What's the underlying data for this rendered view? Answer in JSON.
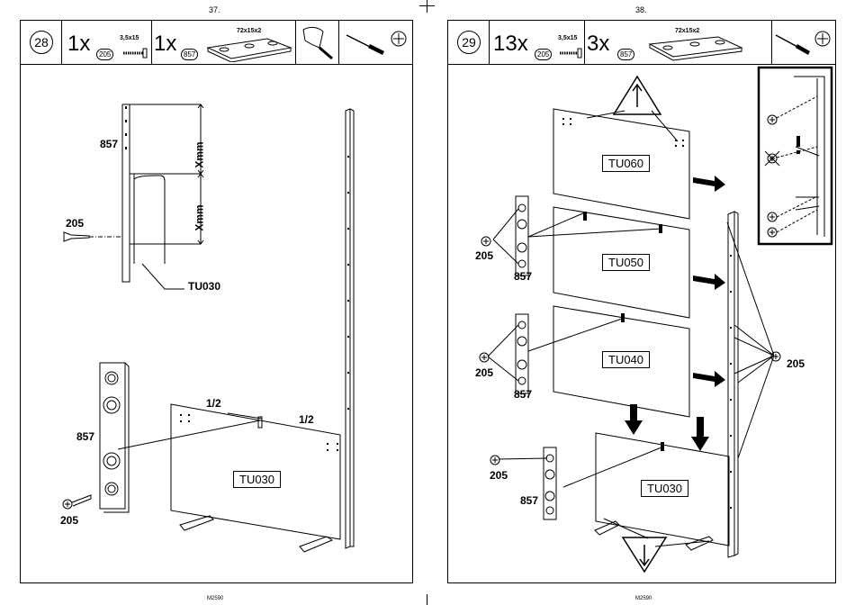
{
  "left_page": {
    "page_number": "37.",
    "step_number": "28",
    "parts": [
      {
        "qty": "1x",
        "part": "205",
        "size": "3,5x15"
      },
      {
        "qty": "1x",
        "part": "857",
        "size": "72x15x2"
      }
    ],
    "dimension_top": "Xmm",
    "dimension_bottom": "Xmm",
    "label_bracket": "857",
    "label_screw": "205",
    "label_panel_ref": "TU030",
    "label_half_left": "1/2",
    "label_half_right": "1/2",
    "panel_label": "TU030",
    "footer_code": "M2590"
  },
  "right_page": {
    "page_number": "38.",
    "step_number": "29",
    "parts": [
      {
        "qty": "13x",
        "part": "205",
        "size": "3,5x15"
      },
      {
        "qty": "3x",
        "part": "857",
        "size": "72x15x2"
      }
    ],
    "panels": [
      "TU060",
      "TU050",
      "TU040",
      "TU030"
    ],
    "labels": {
      "screw_1": "205",
      "bracket_1": "857",
      "screw_2": "205",
      "bracket_2": "857",
      "screw_3": "205",
      "bracket_3": "857",
      "screw_side": "205"
    },
    "footer_code": "M2590"
  }
}
